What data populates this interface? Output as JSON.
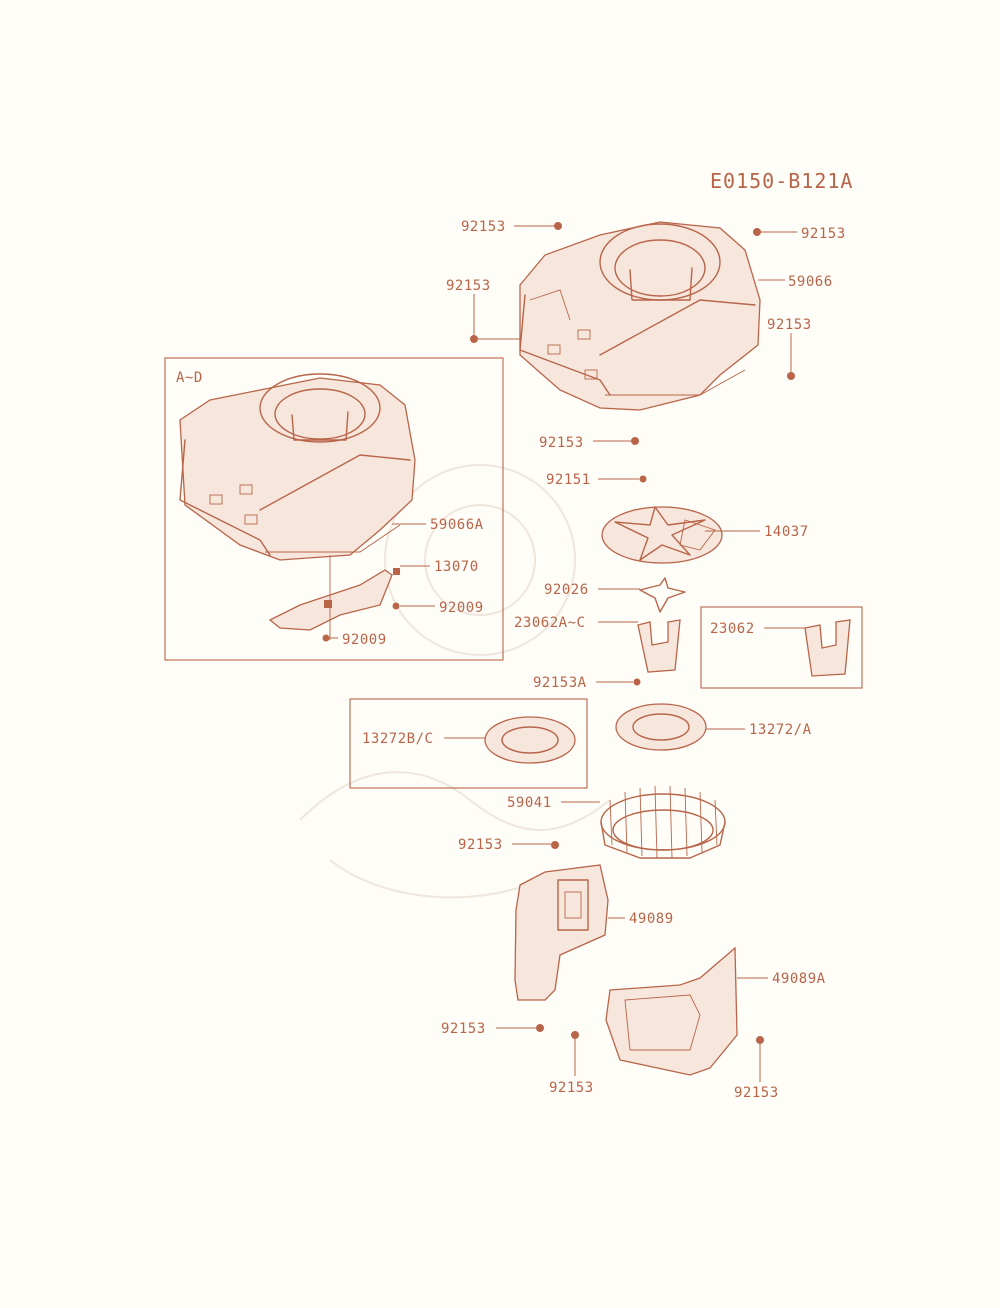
{
  "diagram": {
    "code": "E0150-B121A",
    "colors": {
      "ink": "#b8654a",
      "paper": "#fefdf7",
      "shade": "#f6e6dc"
    },
    "boxes": {
      "ad": "A~D"
    },
    "labels": {
      "p92153_top_left": "92153",
      "p92153_top_right": "92153",
      "p92153_left": "92153",
      "p59066": "59066",
      "p92153_right": "92153",
      "p92153_bottom": "92153",
      "p92151": "92151",
      "p14037": "14037",
      "p92026": "92026",
      "p23062AC": "23062A~C",
      "p23062": "23062",
      "p92153A": "92153A",
      "p13272A": "13272/A",
      "p13272BC": "13272B/C",
      "p59041": "59041",
      "p92153_shroud": "92153",
      "p49089": "49089",
      "p49089A": "49089A",
      "p92153_lower_left": "92153",
      "p92153_lower_mid": "92153",
      "p92153_lower_right": "92153",
      "p59066A": "59066A",
      "p13070": "13070",
      "p92009_a": "92009",
      "p92009_b": "92009"
    }
  }
}
